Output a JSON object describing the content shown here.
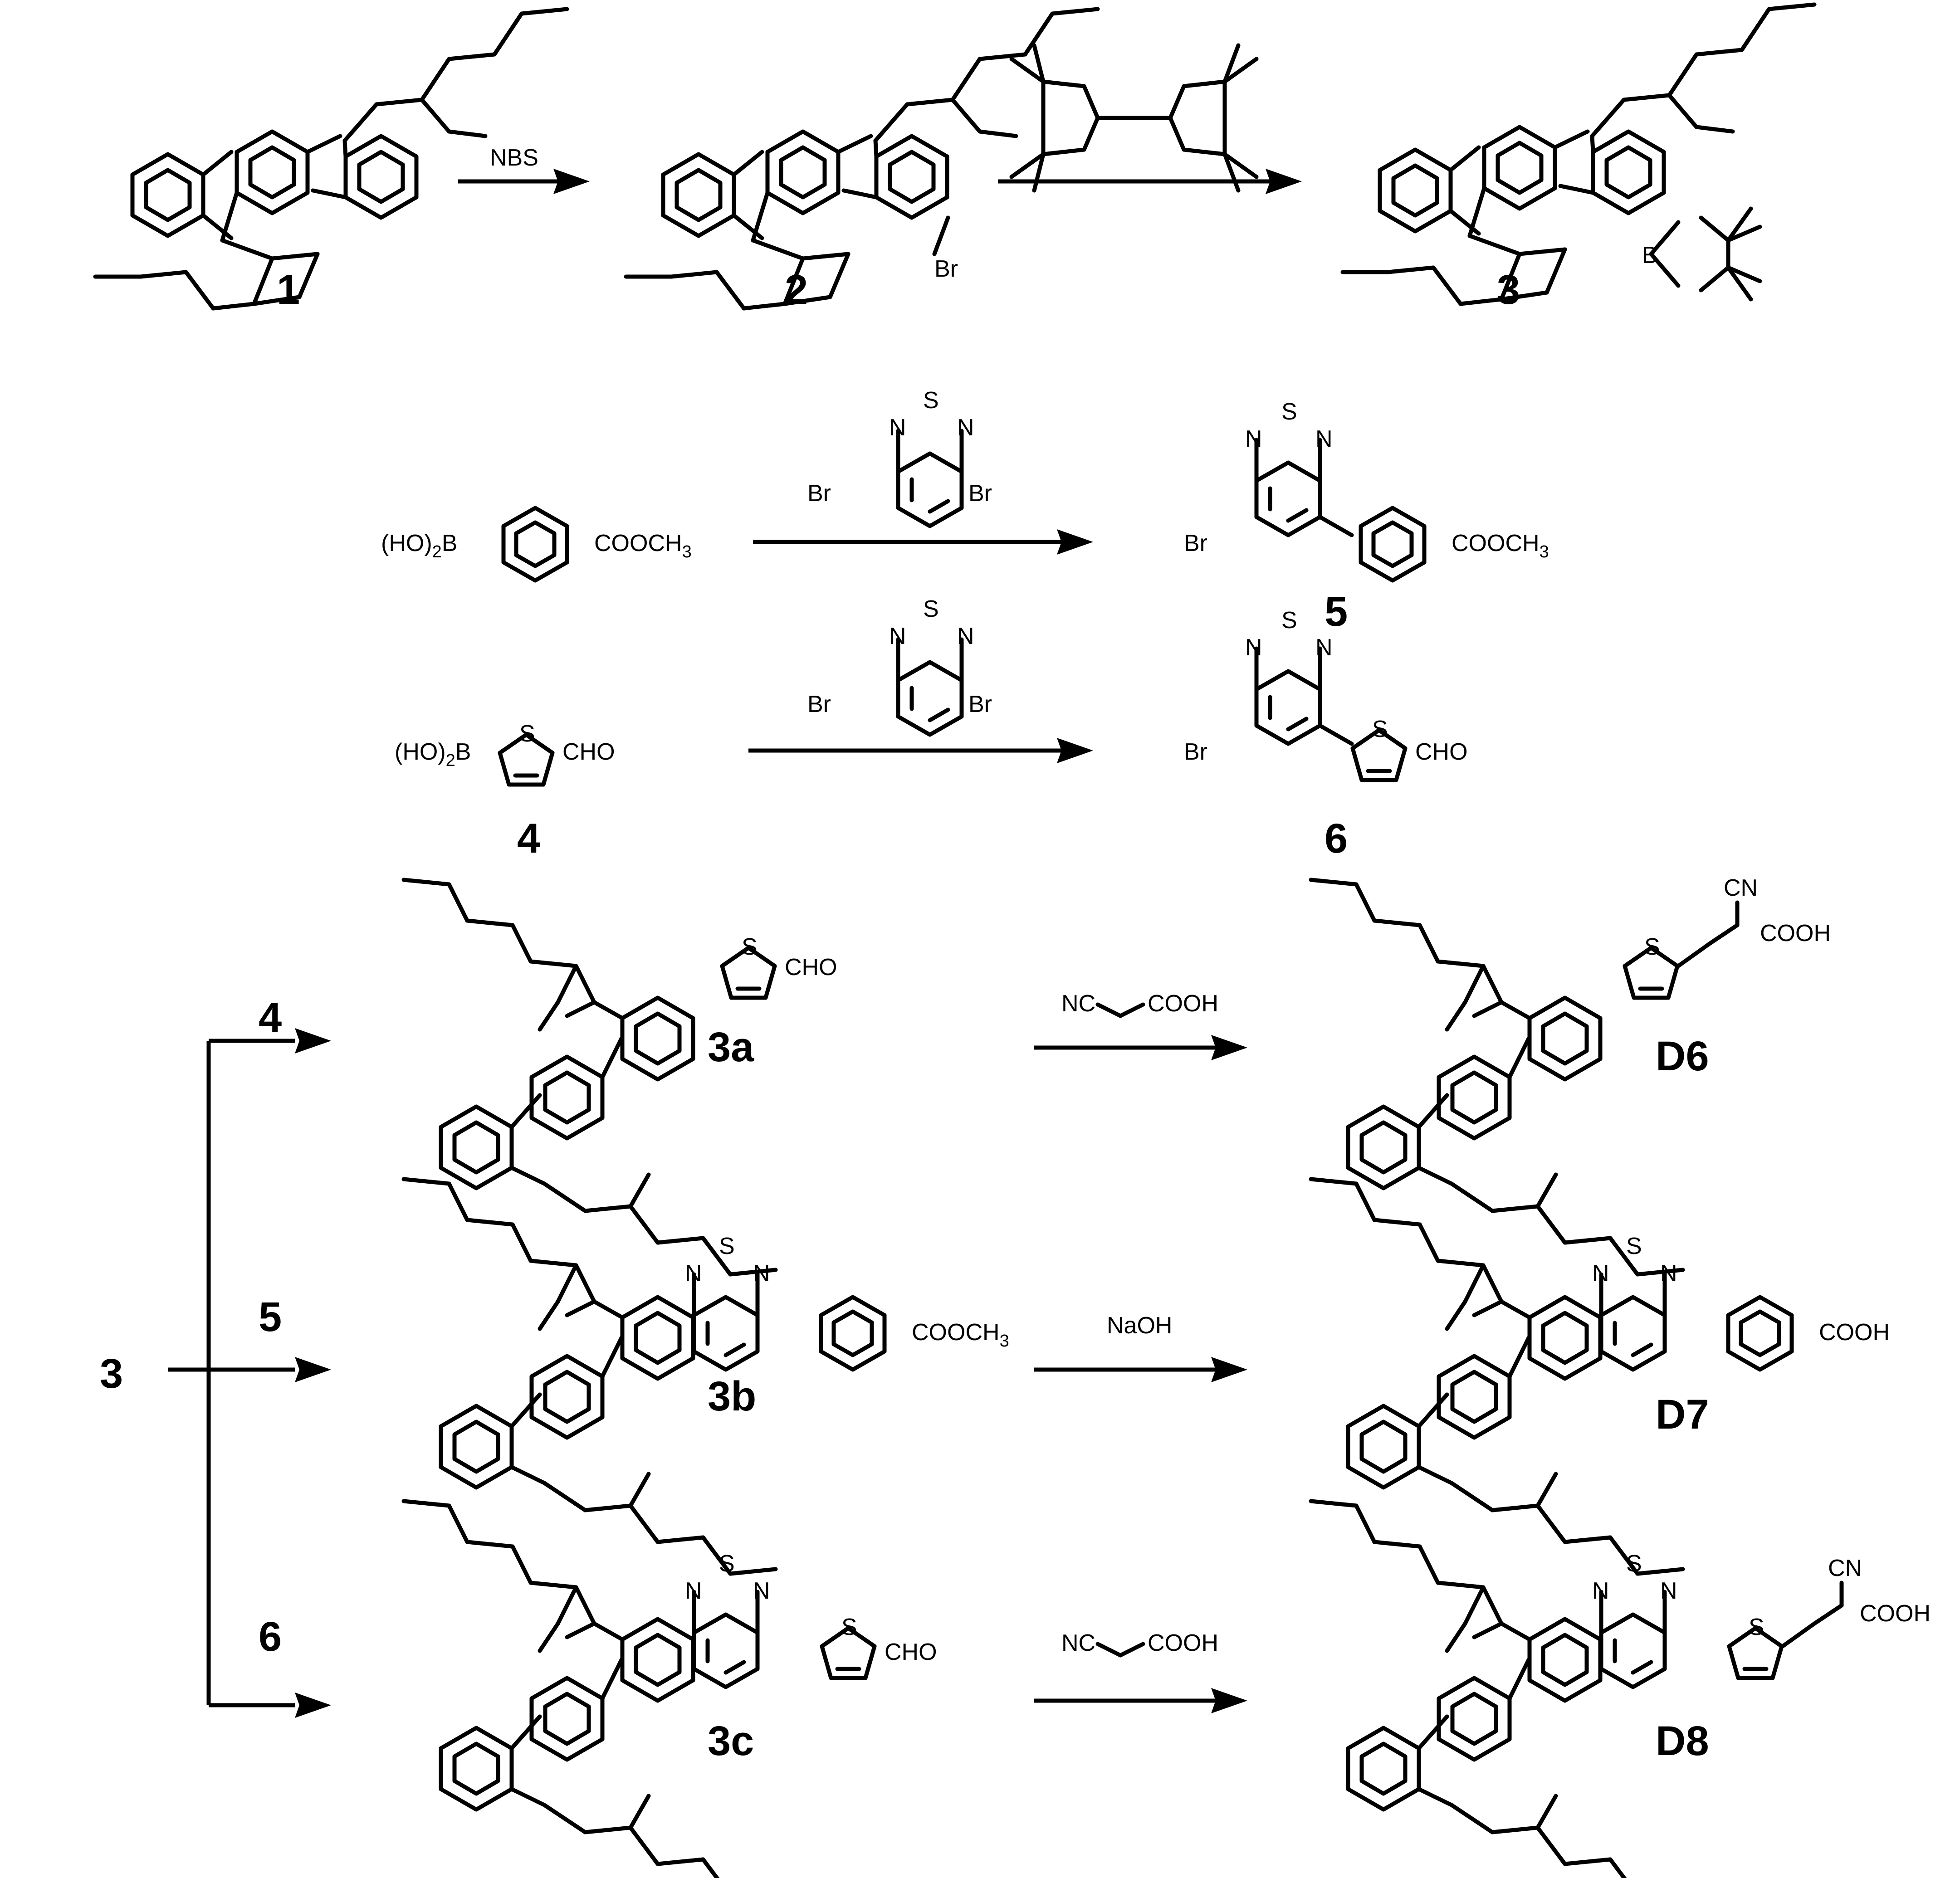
{
  "reactions": {
    "step1_reagent": "NBS",
    "step4_reagent": "NC",
    "step4_reagent_acid": "COOH",
    "step5_reagent": "NaOH"
  },
  "compounds": {
    "c1": "1",
    "c2": "2",
    "c3": "3",
    "c4": "4",
    "c5": "5",
    "c6": "6",
    "c3a": "3a",
    "c3b": "3b",
    "c3c": "3c",
    "d6": "D6",
    "d7": "D7",
    "d8": "D8"
  },
  "branch": {
    "start": "3",
    "to_3a": "4",
    "to_3b": "5",
    "to_3c": "6"
  },
  "atoms": {
    "n": "N",
    "s": "S",
    "o": "O",
    "b": "B",
    "br": "Br",
    "cho": "CHO",
    "cn": "CN",
    "cooh": "COOH",
    "cooch3": "COOCH",
    "sub3": "3",
    "ho2b": "(HO)",
    "sub2": "2",
    "boron": "B"
  }
}
